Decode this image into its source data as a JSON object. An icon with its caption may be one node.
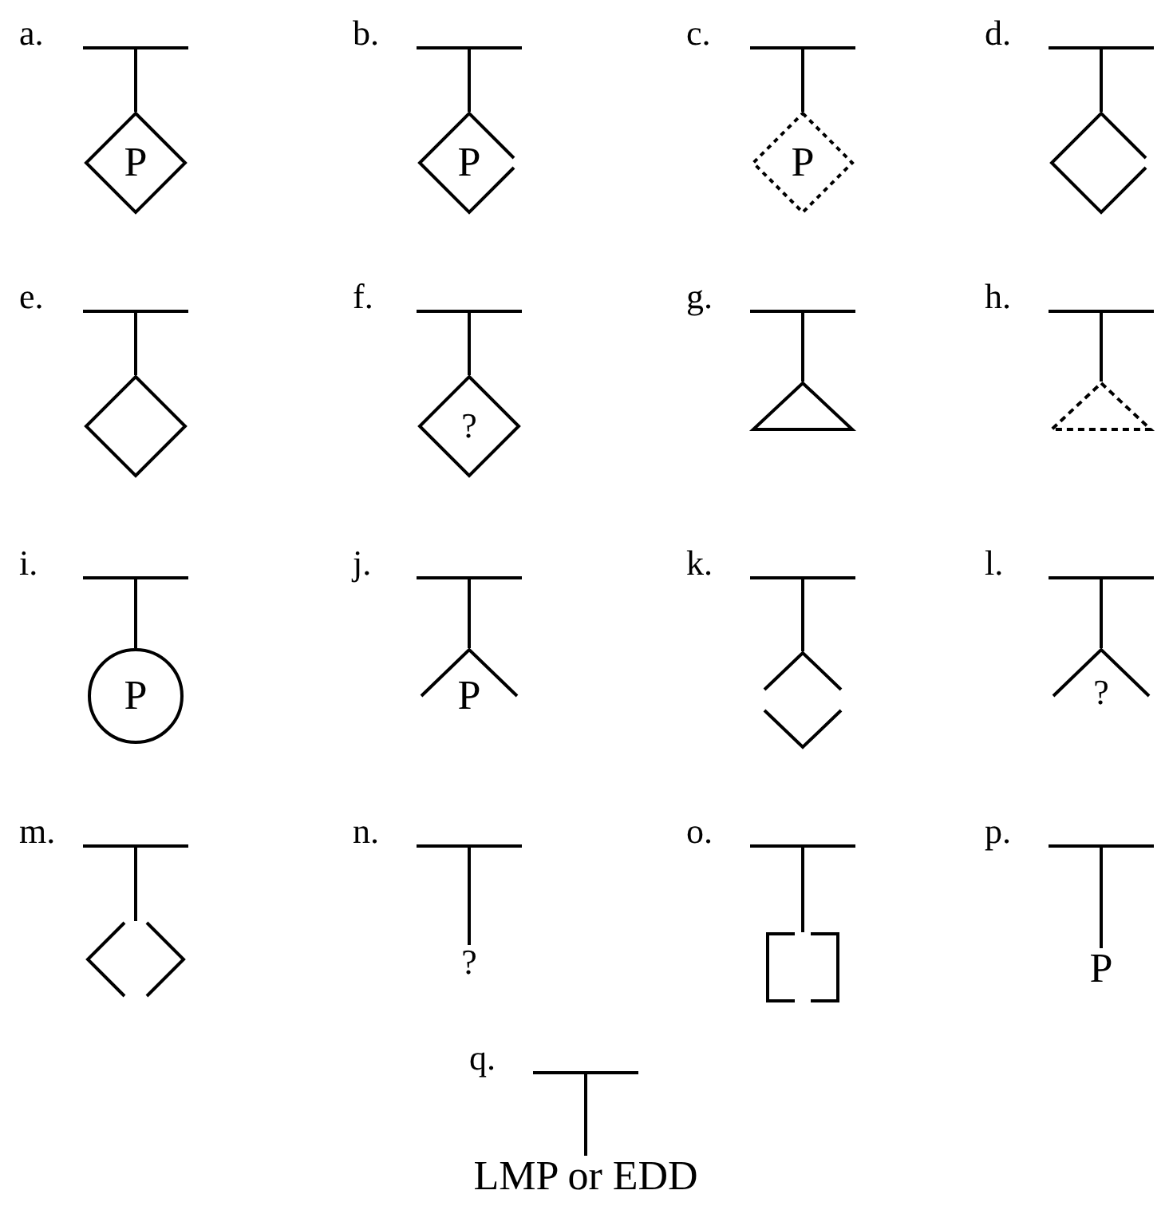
{
  "diagram": {
    "nodes": [
      {
        "text": [],
        "shape": "bar"
      },
      {
        "text": [
          "P"
        ]
      },
      {
        "text": [],
        "shape": "bar"
      },
      {
        "text": [
          "P"
        ]
      },
      {
        "text": [],
        "shape": "bar"
      },
      {
        "text": [
          "P"
        ]
      },
      {
        "text": [],
        "shape": "bar"
      },
      {
        "text": [],
        "shape": "diamond"
      },
      {
        "text": [],
        "shape": "bar"
      },
      {
        "text": [],
        "shape": "diamond"
      },
      {
        "text": [],
        "shape": "bar"
      },
      {
        "text": [
          "?"
        ]
      },
      {
        "text": [],
        "shape": "bar"
      },
      {
        "text": [],
        "shape": "triangle"
      },
      {
        "text": [],
        "shape": "bar"
      },
      {
        "text": [],
        "shape": "triangle"
      },
      {
        "text": [],
        "shape": "bar"
      },
      {
        "text": [
          "P"
        ]
      },
      {
        "text": [],
        "shape": "bar"
      },
      {
        "text": [
          "P"
        ]
      },
      {
        "text": [],
        "shape": "bar"
      },
      {
        "text": [],
        "shape": "diamond"
      },
      {
        "text": [],
        "shape": "bar"
      },
      {
        "text": [
          "?"
        ]
      },
      {
        "text": [],
        "shape": "bar"
      },
      {
        "text": [],
        "shape": "diamond"
      },
      {
        "text": [],
        "shape": "bar"
      },
      {
        "text": [
          "?"
        ]
      },
      {
        "text": [],
        "shape": "bar"
      },
      {
        "text": [],
        "shape": "box"
      },
      {
        "text": [],
        "shape": "bar"
      },
      {
        "text": [
          "P"
        ]
      },
      {
        "text": [],
        "shape": "bar"
      },
      {
        "text": [
          "LMP or EDD"
        ]
      }
    ],
    "edges": [
      {
        "from": 0,
        "to": 1,
        "arrow": "none"
      },
      {
        "from": 2,
        "to": 3,
        "arrow": "none"
      },
      {
        "from": 4,
        "to": 5,
        "arrow": "none"
      },
      {
        "from": 6,
        "to": 7,
        "arrow": "none"
      },
      {
        "from": 8,
        "to": 9,
        "arrow": "none"
      },
      {
        "from": 10,
        "to": 11,
        "arrow": "none"
      },
      {
        "from": 12,
        "to": 13,
        "arrow": "none"
      },
      {
        "from": 14,
        "to": 15,
        "arrow": "none"
      },
      {
        "from": 16,
        "to": 17,
        "arrow": "none"
      },
      {
        "from": 18,
        "to": 19,
        "arrow": "none"
      },
      {
        "from": 20,
        "to": 21,
        "arrow": "none"
      },
      {
        "from": 22,
        "to": 23,
        "arrow": "none"
      },
      {
        "from": 24,
        "to": 25,
        "arrow": "none"
      },
      {
        "from": 26,
        "to": 27,
        "arrow": "none"
      },
      {
        "from": 28,
        "to": 29,
        "arrow": "none"
      },
      {
        "from": 30,
        "to": 31,
        "arrow": "none"
      },
      {
        "from": 32,
        "to": 33,
        "arrow": "none"
      }
    ],
    "labels": [
      "a.",
      "b.",
      "c.",
      "d.",
      "e.",
      "f.",
      "g.",
      "h.",
      "i.",
      "j.",
      "k.",
      "l.",
      "m.",
      "n.",
      "o.",
      "p.",
      "q."
    ]
  }
}
